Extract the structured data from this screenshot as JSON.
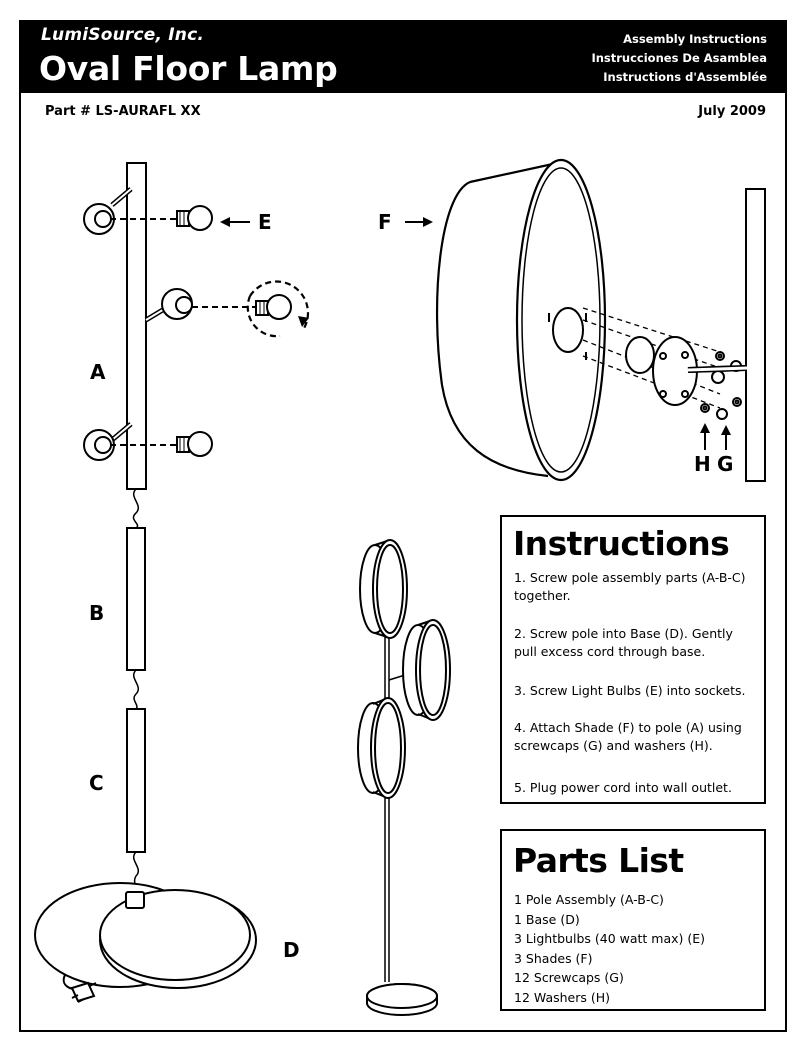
{
  "header": {
    "brand": "LumiSource, Inc.",
    "title": "Oval Floor Lamp",
    "lines": [
      "Assembly Instructions",
      "Instrucciones De Asamblea",
      "Instructions d'Assemblée"
    ]
  },
  "meta": {
    "part": "Part #  LS-AURAFL XX",
    "date": "July 2009"
  },
  "labels": {
    "A": "A",
    "B": "B",
    "C": "C",
    "D": "D",
    "E": "E",
    "F": "F",
    "G": "G",
    "H": "H"
  },
  "instructions": {
    "title": "Instructions",
    "steps": [
      "1. Screw pole assembly parts (A-B-C) together.",
      "2. Screw pole into Base (D). Gently pull excess cord through base.",
      "3. Screw Light Bulbs (E) into sockets.",
      "4. Attach Shade (F) to pole (A) using screwcaps (G) and washers (H).",
      "5. Plug power cord into wall outlet."
    ]
  },
  "parts_list": {
    "title": "Parts List",
    "items": [
      "1 Pole Assembly (A-B-C)",
      "1 Base (D)",
      "3 Lightbulbs (40 watt max) (E)",
      "3 Shades (F)",
      "12 Screwcaps (G)",
      "12 Washers (H)"
    ]
  }
}
